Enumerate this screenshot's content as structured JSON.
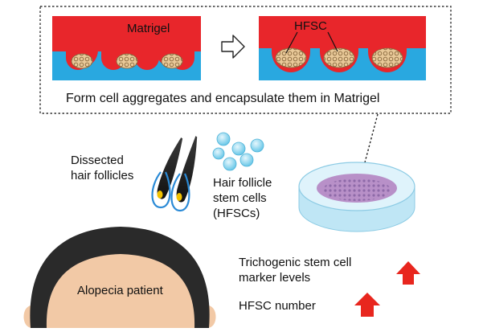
{
  "top_panel": {
    "matrigel_label": "Matrigel",
    "hfsc_label": "HFSC",
    "caption": "Form cell aggregates and encapsulate them in Matrigel"
  },
  "labels": {
    "dissected_follicles": "Dissected\nhair follicles",
    "stem_cells": "Hair follicle\nstem cells\n(HFSCs)",
    "patient": "Alopecia patient",
    "marker_levels": "Trichogenic stem cell\nmarker levels",
    "hfsc_number": "HFSC number"
  },
  "colors": {
    "matrigel_red": "#e8262b",
    "medium_blue": "#29a8e0",
    "cell_fill": "#e8c898",
    "stem_cell_blue": "#7fd0ea",
    "dish_blue": "#bfe6f5",
    "hair_dark": "#2a2a2a",
    "skin": "#f2c9a6",
    "arrow_red": "#e8261e"
  }
}
